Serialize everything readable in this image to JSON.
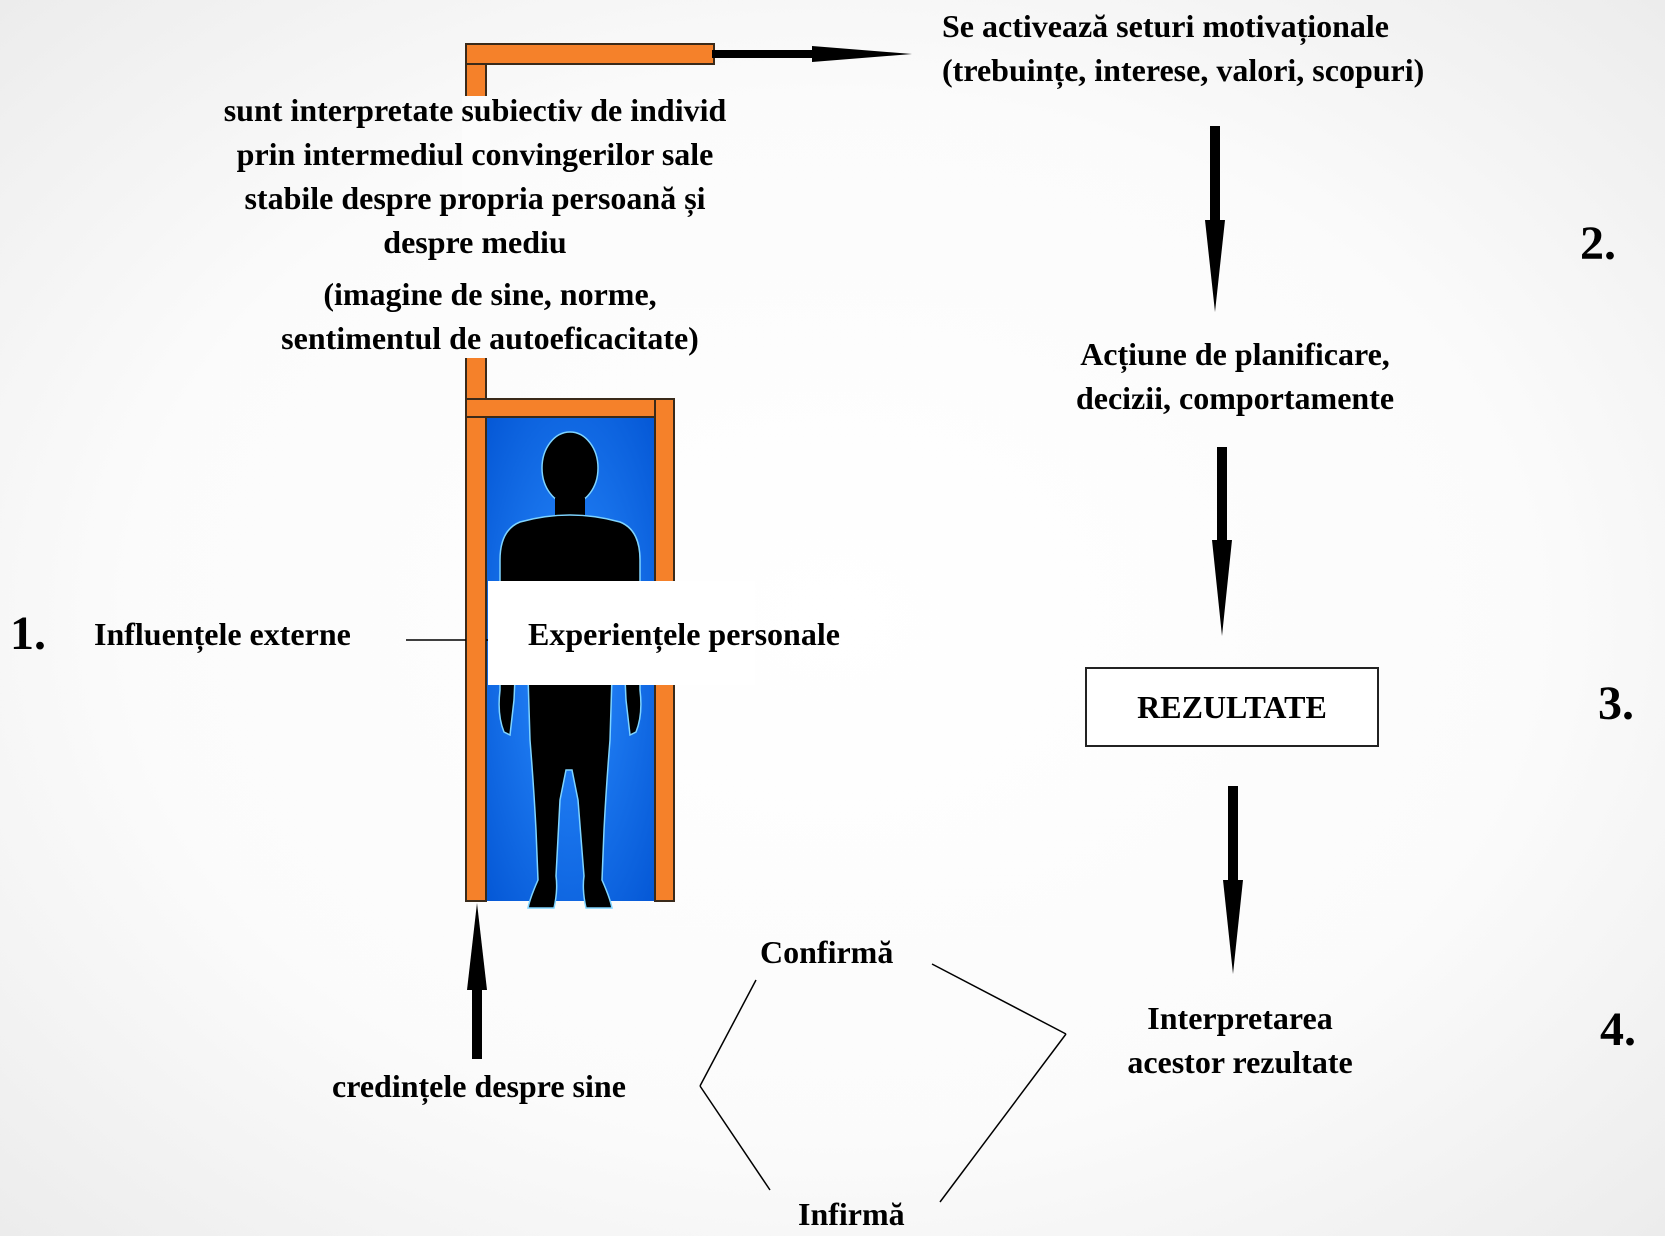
{
  "step_numbers": [
    "1.",
    "2.",
    "3.",
    "4."
  ],
  "interpretation": {
    "lines": [
      "sunt interpretate subiectiv de individ",
      "prin intermediul convingerilor sale",
      "stabile despre propria persoană și",
      "despre mediu"
    ],
    "examples_lines": [
      "(imagine de sine, norme,",
      "sentimentul de autoeficacitate)"
    ]
  },
  "motivation": {
    "lines": [
      "Se activează seturi motivaționale",
      "(trebuințe, interese, valori, scopuri)"
    ]
  },
  "action": {
    "lines": [
      "Acțiune de planificare,",
      "decizii, comportamente"
    ]
  },
  "results_label": "REZULTATE",
  "results_interpretation": {
    "lines": [
      "Interpretarea",
      "acestor rezultate"
    ]
  },
  "influences": {
    "external": "Influențele externe",
    "personal": "Experiențele personale"
  },
  "beliefs": "credințele despre sine",
  "feedback": {
    "confirms": "Confirmă",
    "refutes": "Infirmă"
  },
  "colors": {
    "frame_orange": "#f5812a",
    "frame_outline": "#3a2a1a",
    "door_blue": "#0a6bf0",
    "silhouette": "#000000",
    "arrow": "#000000"
  }
}
